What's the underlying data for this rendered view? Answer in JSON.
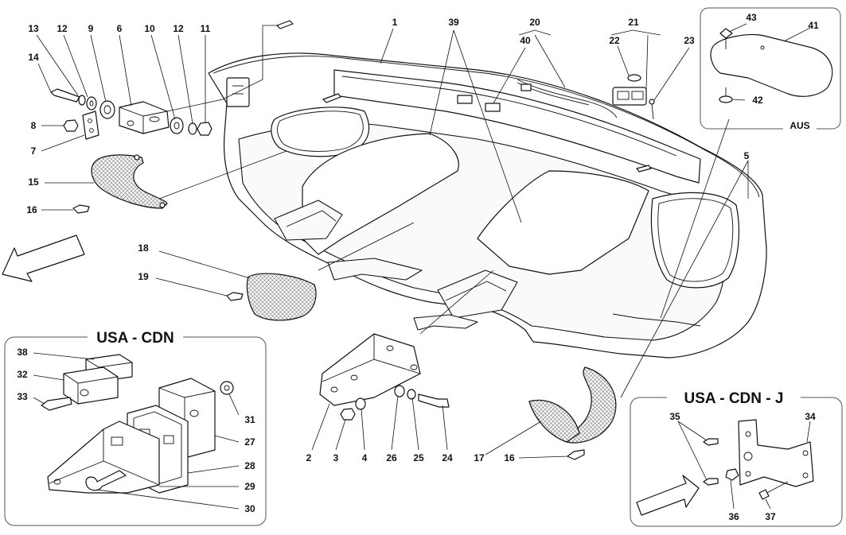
{
  "panels": {
    "usa_cdn": {
      "title": "USA - CDN"
    },
    "usa_cdn_j": {
      "title": "USA - CDN - J"
    },
    "aus": {
      "title": "AUS"
    }
  },
  "callouts": [
    {
      "id": "c13",
      "label": "13"
    },
    {
      "id": "c12a",
      "label": "12"
    },
    {
      "id": "c9",
      "label": "9"
    },
    {
      "id": "c6",
      "label": "6"
    },
    {
      "id": "c10",
      "label": "10"
    },
    {
      "id": "c12b",
      "label": "12"
    },
    {
      "id": "c11",
      "label": "11"
    },
    {
      "id": "c14",
      "label": "14"
    },
    {
      "id": "c8",
      "label": "8"
    },
    {
      "id": "c7",
      "label": "7"
    },
    {
      "id": "c15",
      "label": "15"
    },
    {
      "id": "c16a",
      "label": "16"
    },
    {
      "id": "c1",
      "label": "1"
    },
    {
      "id": "c39",
      "label": "39"
    },
    {
      "id": "c20",
      "label": "20"
    },
    {
      "id": "c40",
      "label": "40"
    },
    {
      "id": "c21",
      "label": "21"
    },
    {
      "id": "c22",
      "label": "22"
    },
    {
      "id": "c23",
      "label": "23"
    },
    {
      "id": "c43",
      "label": "43"
    },
    {
      "id": "c41",
      "label": "41"
    },
    {
      "id": "c42",
      "label": "42"
    },
    {
      "id": "c5",
      "label": "5"
    },
    {
      "id": "c18",
      "label": "18"
    },
    {
      "id": "c19",
      "label": "19"
    },
    {
      "id": "c2",
      "label": "2"
    },
    {
      "id": "c3",
      "label": "3"
    },
    {
      "id": "c4",
      "label": "4"
    },
    {
      "id": "c26",
      "label": "26"
    },
    {
      "id": "c25",
      "label": "25"
    },
    {
      "id": "c24",
      "label": "24"
    },
    {
      "id": "c17",
      "label": "17"
    },
    {
      "id": "c16b",
      "label": "16"
    },
    {
      "id": "c38",
      "label": "38"
    },
    {
      "id": "c32",
      "label": "32"
    },
    {
      "id": "c33",
      "label": "33"
    },
    {
      "id": "c31",
      "label": "31"
    },
    {
      "id": "c27",
      "label": "27"
    },
    {
      "id": "c28",
      "label": "28"
    },
    {
      "id": "c29",
      "label": "29"
    },
    {
      "id": "c30",
      "label": "30"
    },
    {
      "id": "c35",
      "label": "35"
    },
    {
      "id": "c34",
      "label": "34"
    },
    {
      "id": "c36",
      "label": "36"
    },
    {
      "id": "c37",
      "label": "37"
    }
  ]
}
